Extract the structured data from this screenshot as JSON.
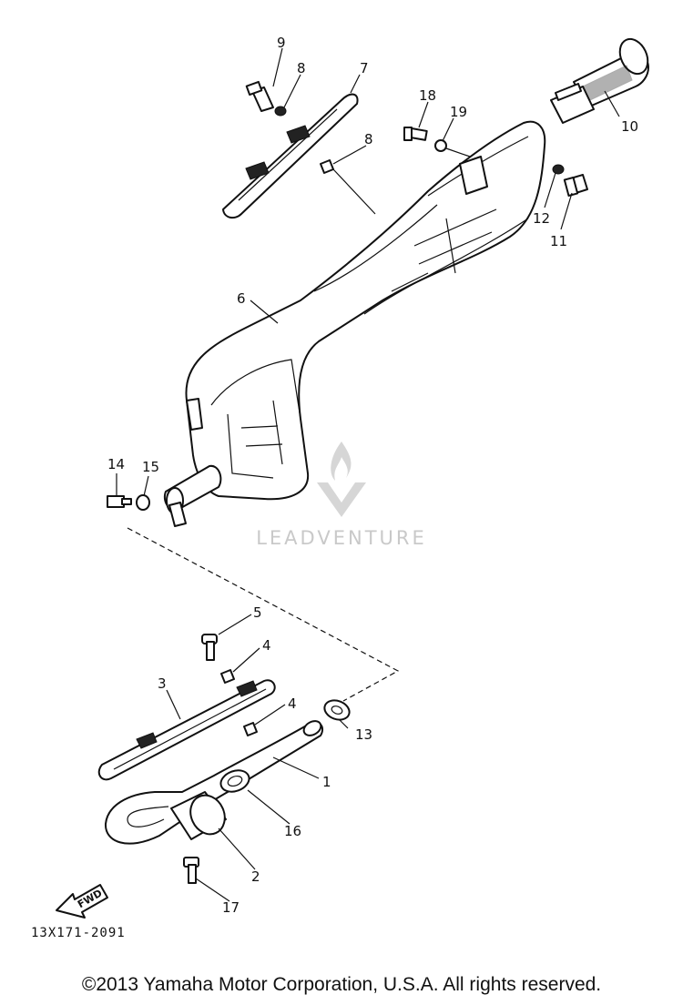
{
  "callouts": [
    {
      "id": "9",
      "text": "9"
    },
    {
      "id": "8a",
      "text": "8"
    },
    {
      "id": "7",
      "text": "7"
    },
    {
      "id": "8b",
      "text": "8"
    },
    {
      "id": "18",
      "text": "18"
    },
    {
      "id": "19",
      "text": "19"
    },
    {
      "id": "10",
      "text": "10"
    },
    {
      "id": "12",
      "text": "12"
    },
    {
      "id": "11",
      "text": "11"
    },
    {
      "id": "6",
      "text": "6"
    },
    {
      "id": "14",
      "text": "14"
    },
    {
      "id": "15",
      "text": "15"
    },
    {
      "id": "5",
      "text": "5"
    },
    {
      "id": "4a",
      "text": "4"
    },
    {
      "id": "3",
      "text": "3"
    },
    {
      "id": "4b",
      "text": "4"
    },
    {
      "id": "13",
      "text": "13"
    },
    {
      "id": "1",
      "text": "1"
    },
    {
      "id": "16",
      "text": "16"
    },
    {
      "id": "2",
      "text": "2"
    },
    {
      "id": "17",
      "text": "17"
    }
  ],
  "fwd_label": "FWD",
  "figure_code": "13X171-2091",
  "watermark": "LEADVENTURE",
  "copyright": "©2013 Yamaha Motor Corporation, U.S.A. All rights reserved."
}
